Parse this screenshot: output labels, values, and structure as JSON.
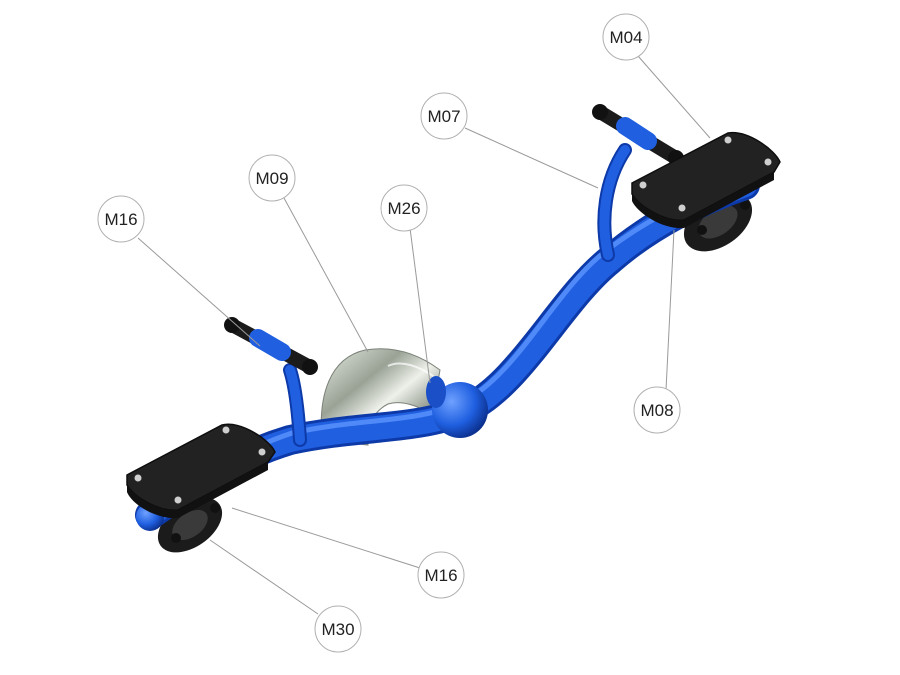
{
  "diagram": {
    "colors": {
      "frame": "#1f5fe0",
      "frame_dark": "#0d3aa8",
      "frame_highlight": "#5c95ff",
      "rubber": "#1b1b1b",
      "pad": "#222222",
      "chrome": "#b9bfb5"
    },
    "callouts": [
      {
        "id": "m04",
        "label": "M04"
      },
      {
        "id": "m07",
        "label": "M07"
      },
      {
        "id": "m09",
        "label": "M09"
      },
      {
        "id": "m26",
        "label": "M26"
      },
      {
        "id": "m16_top",
        "label": "M16"
      },
      {
        "id": "m08",
        "label": "M08"
      },
      {
        "id": "m16_bottom",
        "label": "M16"
      },
      {
        "id": "m30",
        "label": "M30"
      }
    ]
  }
}
